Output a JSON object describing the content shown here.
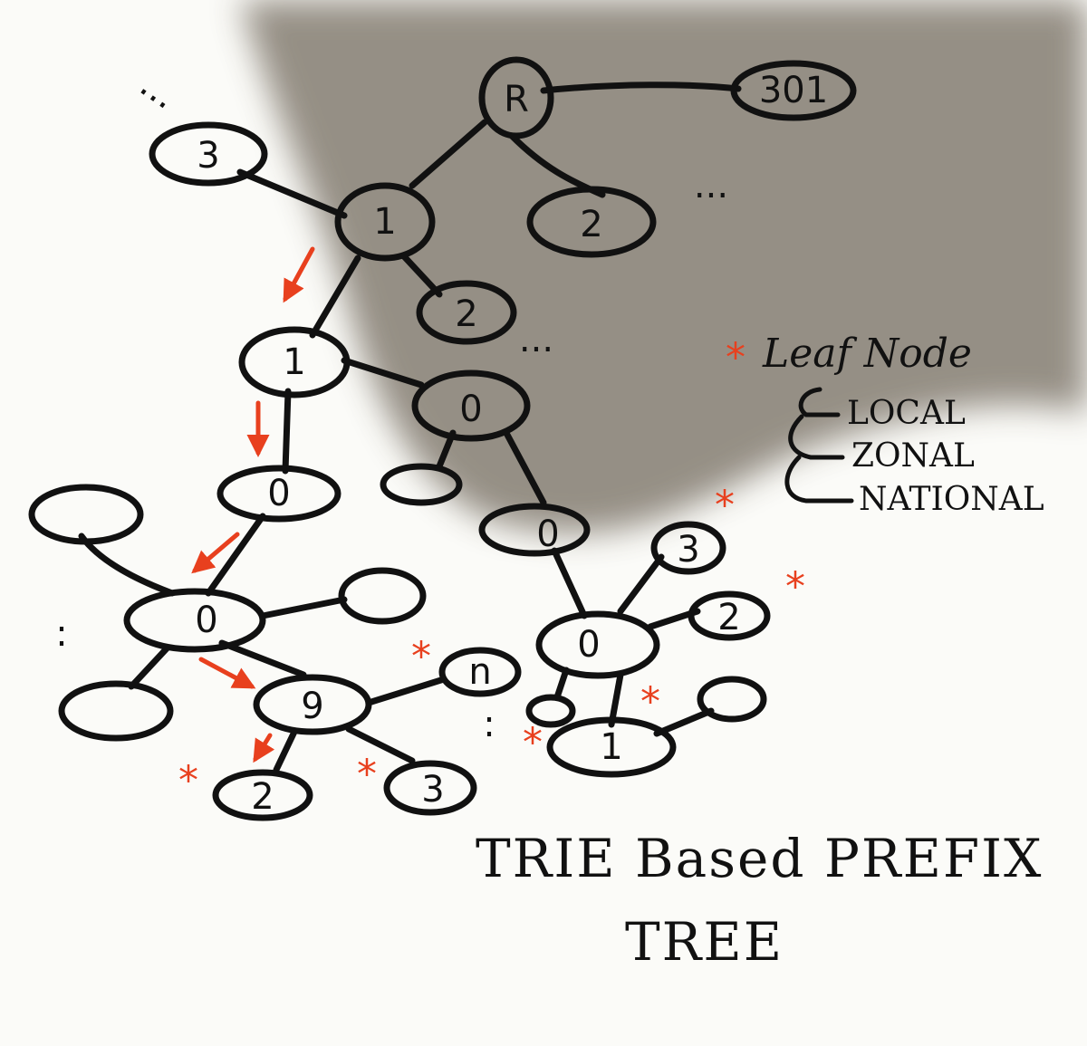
{
  "colors": {
    "ink": "#111111",
    "accent": "#e8401e",
    "paper": "#fbfbf8",
    "shadow": "#8d867b"
  },
  "nodes": {
    "root": "R",
    "n301": "301",
    "n3top": "3",
    "n1a": "1",
    "n2a": "2",
    "n2b": "2",
    "n1b": "1",
    "n0a": "0",
    "n0b": "0",
    "n0c": "0",
    "n0d": "0",
    "n0e": "0",
    "n9": "9",
    "nN": "n",
    "n2c": "2",
    "n3c": "3",
    "n3d": "3",
    "n2d": "2",
    "n1c": "1"
  },
  "ellipsis": {
    "a": "...",
    "b": "...",
    "c": "...",
    "d": ":",
    "e": ":"
  },
  "legend": {
    "marker": "*",
    "title": "Leaf Node",
    "items": [
      "LOCAL",
      "ZONAL",
      "NATIONAL"
    ]
  },
  "title": {
    "line1": "TRIE Based PREFIX",
    "line2": "TREE"
  }
}
